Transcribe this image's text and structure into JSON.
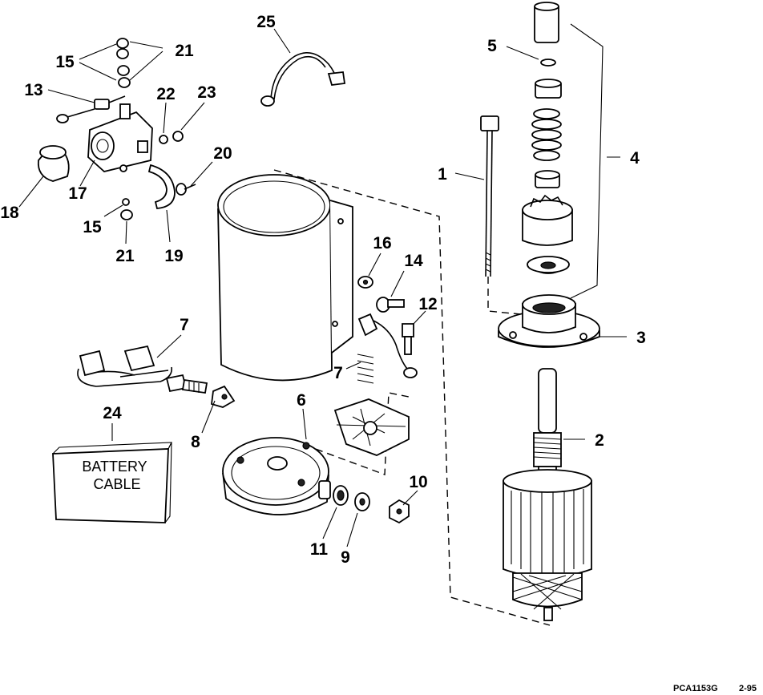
{
  "diagram": {
    "callouts": [
      "1",
      "2",
      "3",
      "4",
      "5",
      "6",
      "7",
      "7",
      "8",
      "9",
      "10",
      "11",
      "12",
      "13",
      "14",
      "15",
      "15",
      "16",
      "17",
      "18",
      "19",
      "20",
      "21",
      "21",
      "22",
      "23",
      "24",
      "25"
    ],
    "battery_cable_line1": "BATTERY",
    "battery_cable_line2": "CABLE",
    "footer_code": "PCA1153G",
    "footer_date": "2-95"
  }
}
